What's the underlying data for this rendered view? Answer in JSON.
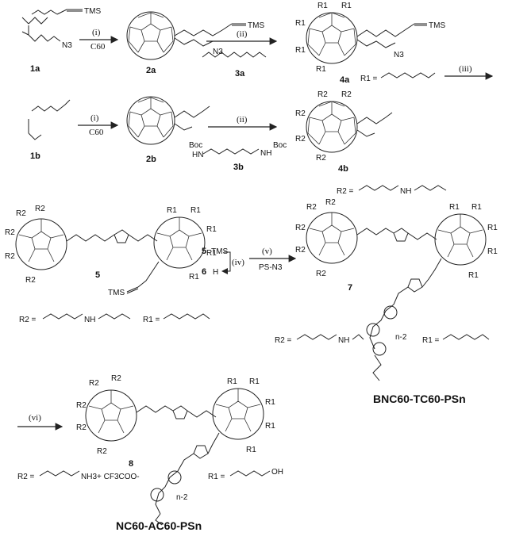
{
  "row1": {
    "c1a": "1a",
    "c2a": "2a",
    "c3a": "3a",
    "c4a": "4a",
    "tms1": "TMS",
    "tms2": "TMS",
    "tms3": "TMS",
    "n3a": "N3",
    "n3b": "N3",
    "n3c": "N3",
    "step1": "(i)",
    "reagent1": "C60",
    "step2": "(ii)",
    "r1def": "R1 =",
    "step3": "(iii)"
  },
  "row2": {
    "c1b": "1b",
    "c2b": "2b",
    "c3b": "3b",
    "c4b": "4b",
    "step1": "(i)",
    "reagent1": "C60",
    "step2": "(ii)",
    "boc1": "Boc",
    "hn1": "HN",
    "nh1": "NH",
    "boc2": "Boc",
    "r2def": "R2 =",
    "nh_r2": "NH"
  },
  "row3": {
    "c5": "5",
    "c5b": "5",
    "c6": "6",
    "c7": "7",
    "tms5": "TMS",
    "tms5b": "TMS",
    "h6": "H",
    "step4": "(iv)",
    "step5": "(v)",
    "reagent5": "PS-N3",
    "r2def": "R2 =",
    "r1def": "R1 =",
    "r2def7": "R2 =",
    "r1def7": "R1 =",
    "nh": "NH",
    "nh7": "NH",
    "n2": "n-2",
    "product7": "BNC60-TC60-PSn"
  },
  "row4": {
    "step6": "(vi)",
    "c8": "8",
    "r2def": "R2 =",
    "nh3": "NH3+ CF3COO-",
    "r1def": "R1 =",
    "oh": "OH",
    "n2": "n-2",
    "product8": "NC60-AC60-PSn"
  },
  "r_labels": {
    "r1": "R1",
    "r2": "R2"
  }
}
